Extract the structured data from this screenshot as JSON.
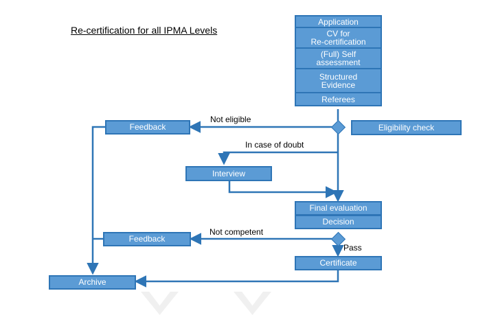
{
  "title": "Re-certification for all IPMA Levels",
  "inputs": {
    "items": [
      "Application",
      "CV for\nRe-certification",
      "(Full) Self\nassessment",
      "Structured\nEvidence",
      "Referees"
    ]
  },
  "nodes": {
    "eligibility_check": "Eligibility check",
    "feedback_top": "Feedback",
    "interview": "Interview",
    "final_evaluation": "Final evaluation",
    "decision": "Decision",
    "feedback_bottom": "Feedback",
    "certificate": "Certificate",
    "archive": "Archive"
  },
  "edges": {
    "not_eligible": "Not eligible",
    "in_case_of_doubt": "In case of doubt",
    "not_competent": "Not competent",
    "pass": "Pass"
  },
  "colors": {
    "box_fill": "#5b9bd5",
    "box_border": "#2e75b6",
    "connector": "#2e75b6"
  }
}
